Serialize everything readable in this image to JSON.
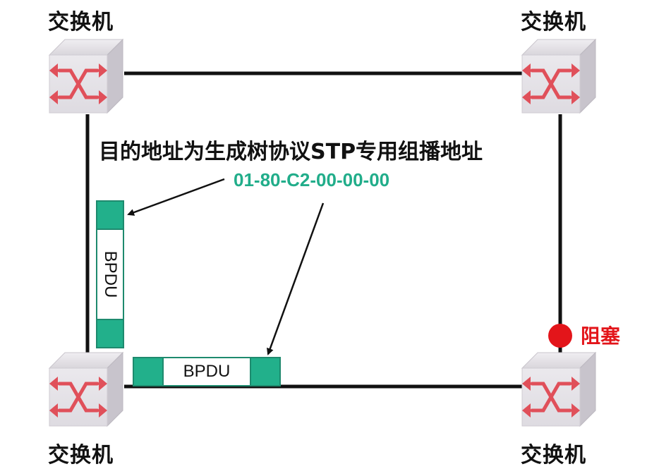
{
  "switches": {
    "top_left": {
      "label": "交换机"
    },
    "top_right": {
      "label": "交换机"
    },
    "bottom_left": {
      "label": "交换机"
    },
    "bottom_right": {
      "label": "交换机"
    }
  },
  "description": {
    "title": "目的地址为生成树协议STP专用组播地址",
    "mac_address": "01-80-C2-00-00-00"
  },
  "frames": {
    "vertical_label": "BPDU",
    "horizontal_label": "BPDU"
  },
  "blocked_port": {
    "label": "阻塞"
  },
  "colors": {
    "link": "#111111",
    "bpdu_cap": "#22b08b",
    "mac_text": "#21ad8a",
    "blocked": "#e3151a",
    "switch_icon_arrows": "#e0505a",
    "switch_body": "#e4e2e6"
  },
  "icons": {
    "switch": "switch-cross-arrows-icon"
  }
}
